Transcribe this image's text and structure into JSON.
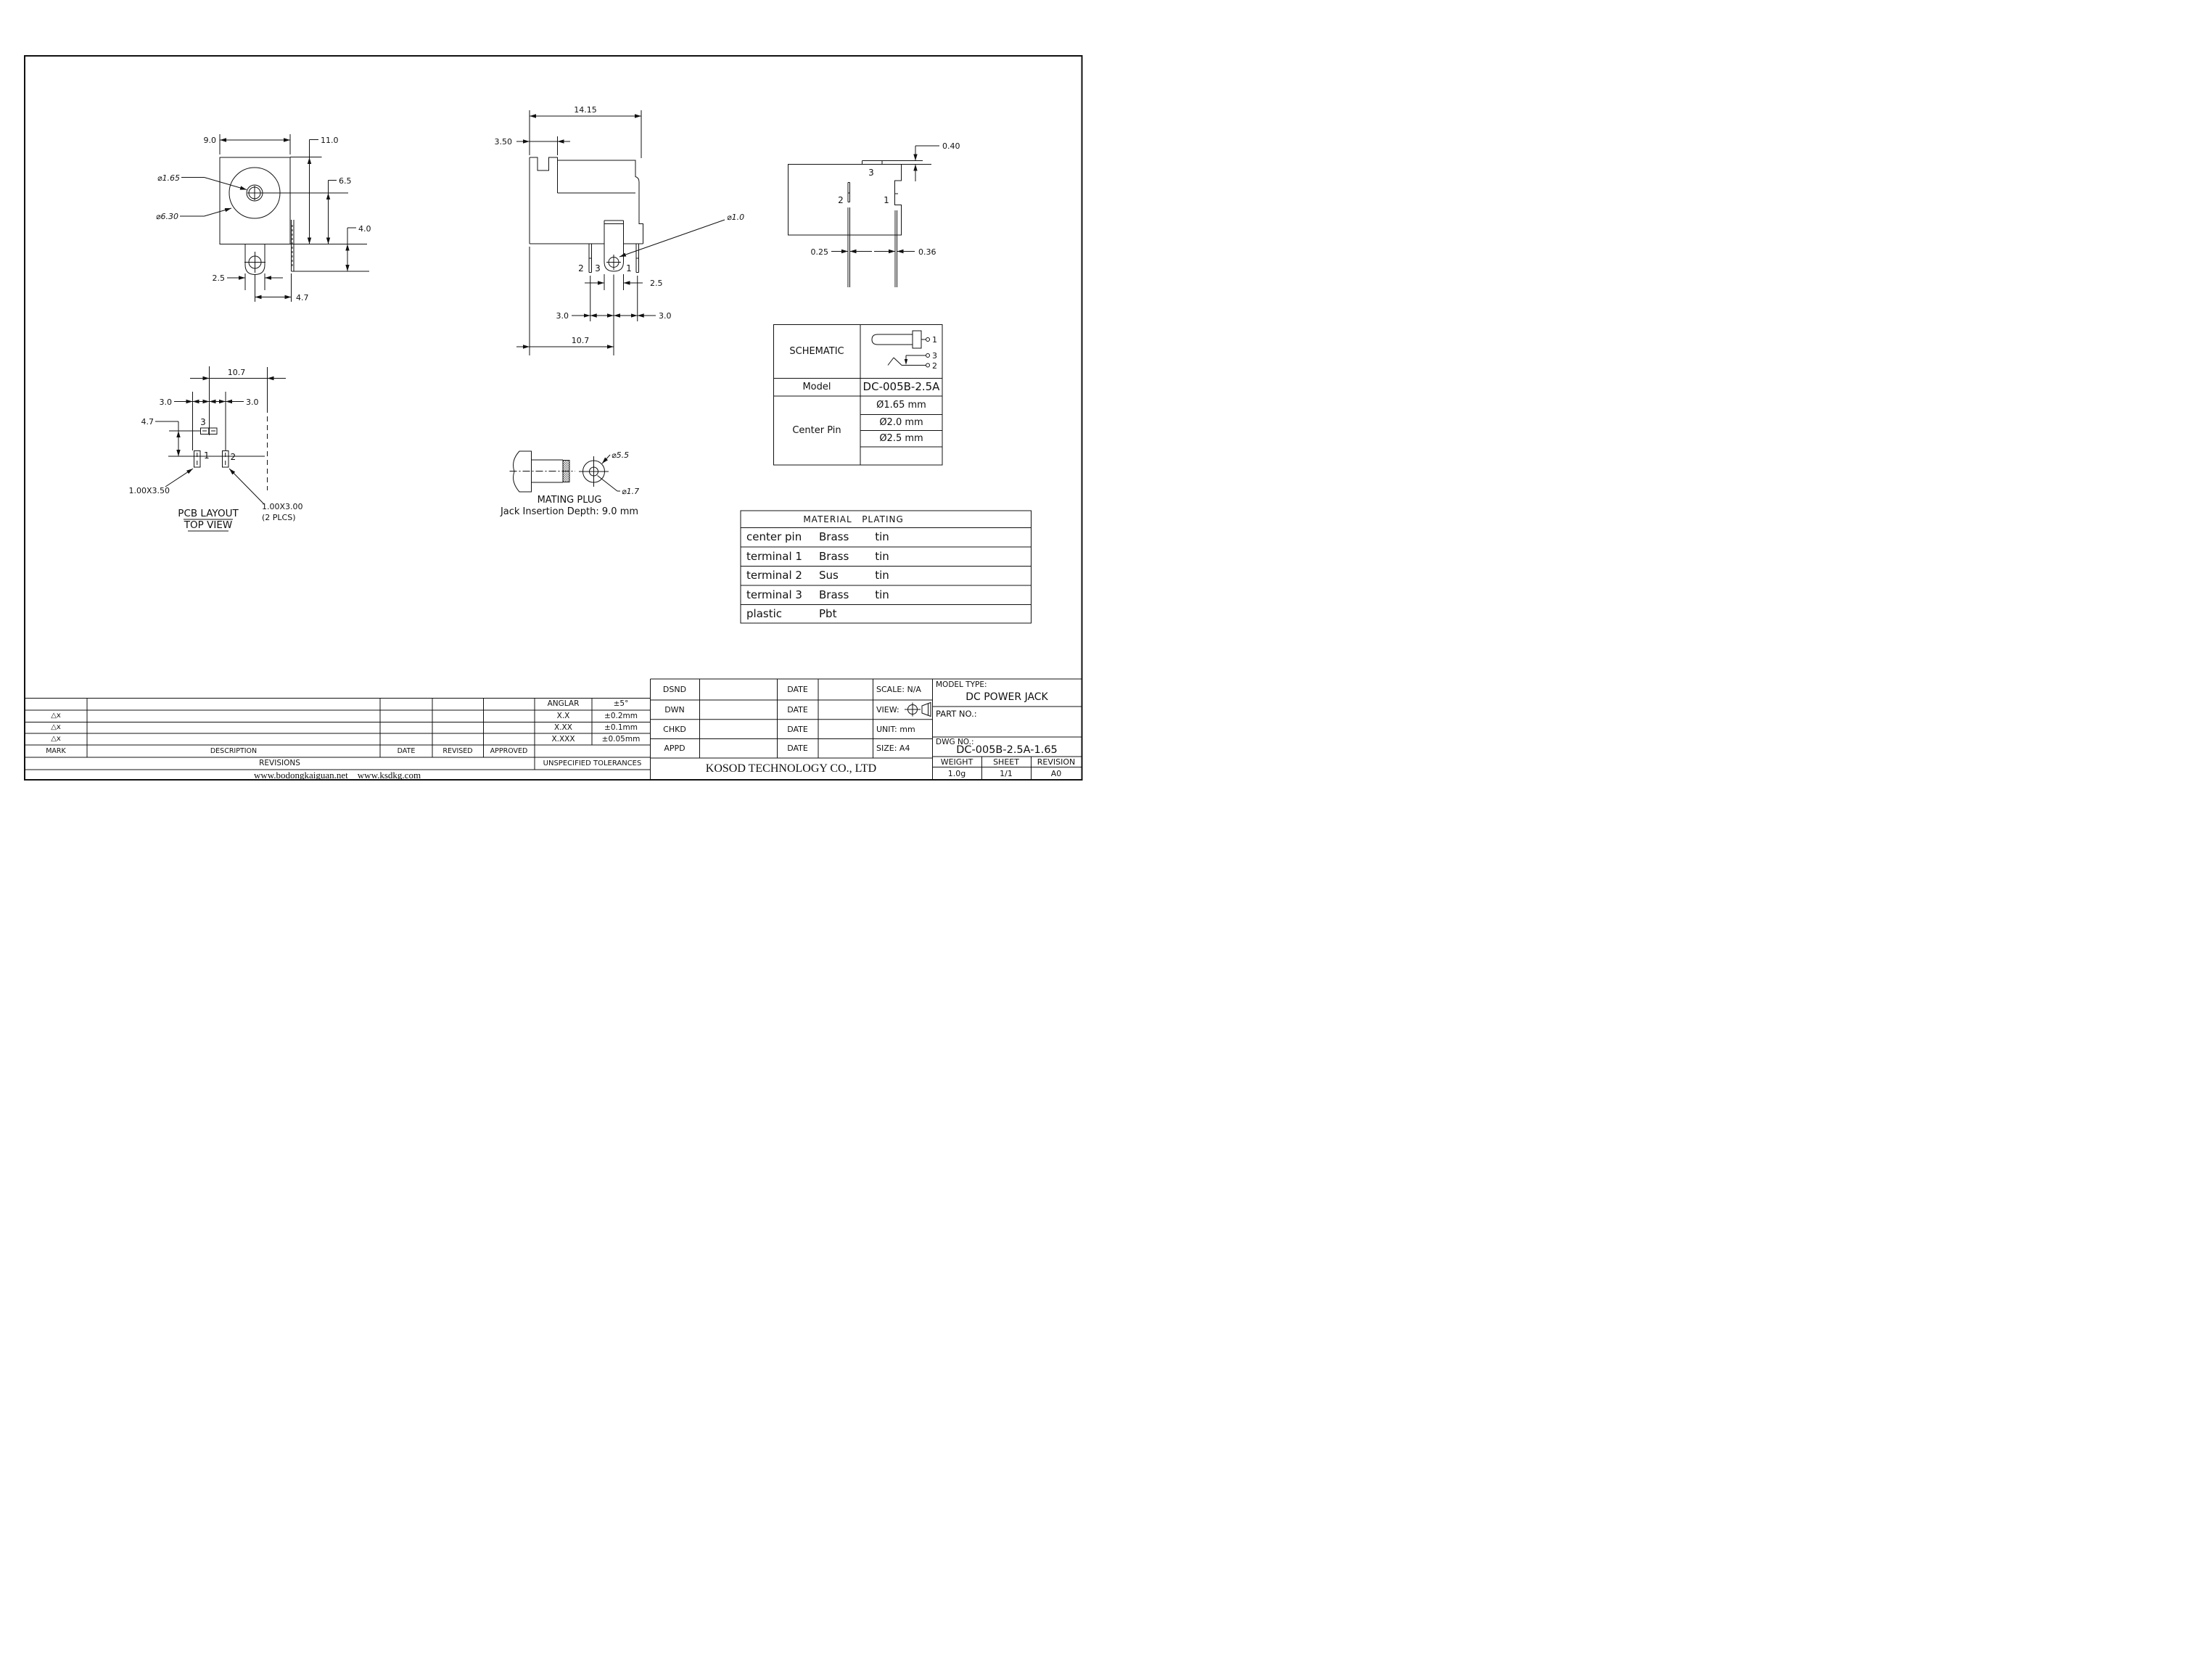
{
  "front_view": {
    "dim_width": "9.0",
    "dim_height": "11.0",
    "dim_center_height": "6.5",
    "dim_flange": "4.0",
    "dim_pin_width": "2.5",
    "dim_pin_offset": "4.7",
    "dia_center_pin": "⌀1.65",
    "dia_barrel": "⌀6.30"
  },
  "side_view": {
    "dim_width": "14.15",
    "dim_notch": "3.50",
    "dia_hole": "⌀1.0",
    "dim_pin_width": "2.5",
    "dim_pitch_left": "3.0",
    "dim_pitch_right": "3.0",
    "dim_center_offset": "10.7",
    "label_t1": "1",
    "label_t2": "2",
    "label_t3": "3"
  },
  "rear_view": {
    "dim_tab_height": "0.40",
    "dim_t2_width": "0.25",
    "dim_t1_width": "0.36",
    "label_t1": "1",
    "label_t2": "2",
    "label_t3": "3"
  },
  "pcb_view": {
    "title": "PCB LAYOUT",
    "subtitle": "TOP VIEW",
    "dim_center_offset": "10.7",
    "dim_pitch_left": "3.0",
    "dim_pitch_right": "3.0",
    "dim_vertical": "4.7",
    "pad1_size": "1.00X3.50",
    "pad2_size": "1.00X3.00",
    "pad2_note": "(2 PLCS)",
    "label_p1": "1",
    "label_p2": "2",
    "label_p3": "3"
  },
  "plug_view": {
    "title": "MATING PLUG",
    "note": "Jack Insertion Depth: 9.0 mm",
    "dia_outer": "⌀5.5",
    "dia_inner": "⌀1.7"
  },
  "schematic_table": {
    "schematic_label": "SCHEMATIC",
    "pin1": "1",
    "pin2": "2",
    "pin3": "3",
    "model_label": "Model",
    "model_value": "DC-005B-2.5A",
    "center_pin_label": "Center Pin",
    "pin_sizes": [
      "Ø1.65 mm",
      "Ø2.0 mm",
      "Ø2.5 mm"
    ]
  },
  "material_table": {
    "material_header": "MATERIAL",
    "plating_header": "PLATING",
    "rows": [
      {
        "part": "center pin",
        "material": "Brass",
        "plating": "tin"
      },
      {
        "part": "terminal 1",
        "material": "Brass",
        "plating": "tin"
      },
      {
        "part": "terminal 2",
        "material": "Sus",
        "plating": "tin"
      },
      {
        "part": "terminal 3",
        "material": "Brass",
        "plating": "tin"
      },
      {
        "part": "plastic",
        "material": "Pbt",
        "plating": ""
      }
    ]
  },
  "title_block": {
    "dsnd": "DSND",
    "dwn": "DWN",
    "chkd": "CHKD",
    "appd": "APPD",
    "date": "DATE",
    "scale": "SCALE: N/A",
    "view_label": "VIEW:",
    "unit": "UNIT: mm",
    "size": "SIZE: A4",
    "model_type_label": "MODEL TYPE:",
    "model_type_value": "DC POWER JACK",
    "part_no_label": "PART NO.:",
    "dwg_no_label": "DWG NO.:",
    "dwg_no_value": "DC-005B-2.5A-1.65",
    "weight_label": "WEIGHT",
    "sheet_label": "SHEET",
    "revision_label": "REVISION",
    "weight_value": "1.0g",
    "sheet_value": "1/1",
    "revision_value": "A0",
    "company": "KOSOD TECHNOLOGY CO., LTD"
  },
  "revisions": {
    "mark_header": "MARK",
    "description_header": "DESCRIPTION",
    "date_header": "DATE",
    "revised_header": "REVISED",
    "approved_header": "APPROVED",
    "table_title": "REVISIONS",
    "delta_mark": "△x"
  },
  "tolerances": {
    "title": "UNSPECIFIED TOLERANCES",
    "rows": [
      {
        "label": "ANGLAR",
        "value": "±5°"
      },
      {
        "label": "X.X",
        "value": "±0.2mm"
      },
      {
        "label": "X.XX",
        "value": "±0.1mm"
      },
      {
        "label": "X.XXX",
        "value": "±0.05mm"
      }
    ]
  },
  "footer": {
    "websites": "www.bodongkaiguan.net    www.ksdkg.com"
  }
}
